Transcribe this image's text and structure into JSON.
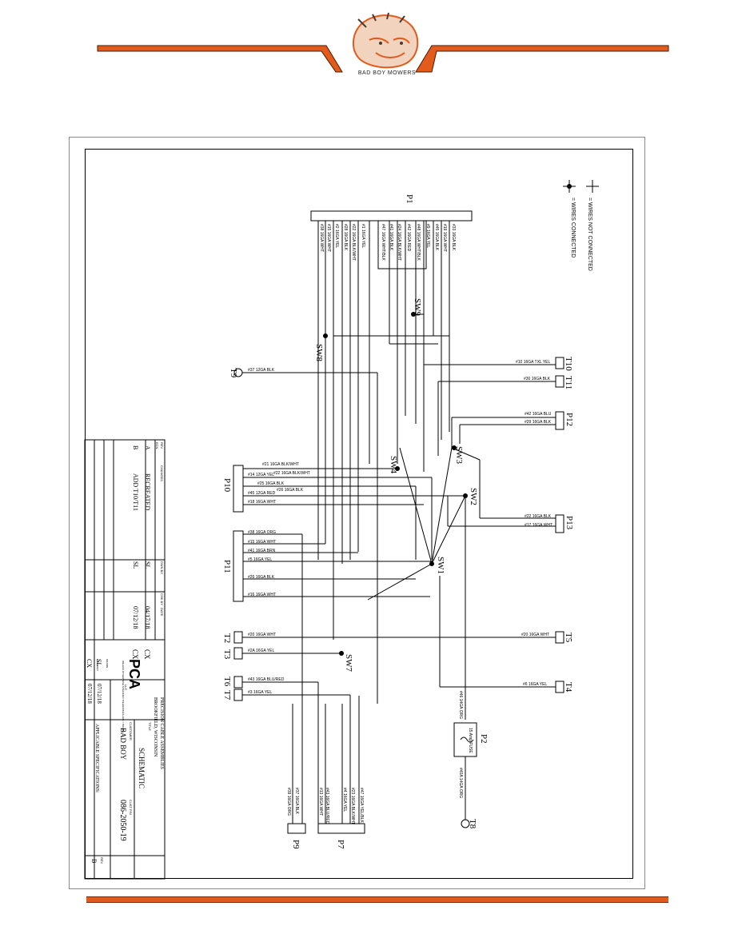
{
  "brand": {
    "name": "BAD BOY MOWERS",
    "accent": "#e25a1c"
  },
  "legend": {
    "not_connected": "= WIRES NOT CONNECTED",
    "connected": "= WIRES CONNECTED"
  },
  "connectors": {
    "P1": "P1",
    "P2": "P2",
    "P7": "P7",
    "P9": "P9",
    "P10": "P10",
    "P11": "P11",
    "P12": "P12",
    "P13": "P13",
    "T2": "T2",
    "T3": "T3",
    "T4": "T4",
    "T5": "T5",
    "T6": "T6",
    "T7": "T7",
    "T8": "T8",
    "T9": "T9",
    "T10": "T10",
    "T11": "T11",
    "SW1": "SW1",
    "SW2": "SW2",
    "SW3": "SW3",
    "SW4": "SW4",
    "SW7": "SW7",
    "SW8": "SW8",
    "SW9": "SW9"
  },
  "p1_wires": [
    "#38 16GA WHT",
    "#15 16GA WHT",
    "#2 16GA YEL",
    "#28 16GA BLK",
    "#22 16GA BLK/WHT",
    "#1 16GA YEL",
    "#47 16GA WHT/BLK",
    "#41 16GA BLK",
    "#24 16GA BLK/WHT",
    "#42 16GA RED",
    "#48 16GA WHT/BLK",
    "#9 16GA YEL",
    "#45 16GA BLK",
    "#19 16GA WHT",
    "#33 16GA BLK"
  ],
  "wire_labels": {
    "t9": "#37 12GA BLK",
    "t10": "#10 16GA TXL YEL",
    "t11": "#30 16GA BLK",
    "p12a": "#42 16GA BLU",
    "p12b": "#29 16GA BLK",
    "p10_1": "#21 16GA BLK/WHT",
    "p10_2": "#14 12GA YEL",
    "p10_2b": "#22 16GA BLK/WHT",
    "p10_3": "#25 16GA BLK",
    "p10_3b": "#26 16GA BLK",
    "p10_4": "#45 12GA RED",
    "p10_5": "#18 16GA WHT",
    "p13a": "#22 16GA BLK",
    "p13b": "#17 16GA WHT",
    "p11_1": "#38 16GA ORG",
    "p11_2": "#15 16GA WHT",
    "p11_3": "#41 16GA BRN",
    "p11_4": "#5 16GA YEL",
    "p11_6": "#26 16GA BLK",
    "p11_8": "#16 16GA WHT",
    "t2": "#20 16GA WHT",
    "t5": "#20 16GA WHT",
    "t3": "#2A 16GA YEL",
    "t6": "#43 16GA BLU/RED",
    "t7": "#3 16GA YEL",
    "t4": "#6 16GA YEL",
    "p2_top": "#46 14GA ORG",
    "p2_fuse": "15 Amp FUSE",
    "p2_bot": "#40A 14GA ORG",
    "p9a": "#37 16GA BLK",
    "p9b": "#39 16GA ORG",
    "p7a": "#43 16GA BLU/RED",
    "p7b": "#13 16GA WHT",
    "p7c": "#4 16GA YEL",
    "p7d": "#23 16GA BLK/WHT",
    "p7e": "#47 16GA YEL/BLK"
  },
  "title_block": {
    "rev_header": "REV",
    "ecn_header": "ECN",
    "changes_header": "CHANGES",
    "dwn_header": "DWN BY",
    "chk_header": "CHK BY",
    "date_header": "DATE",
    "rev_a": "A",
    "change_a": "RECREATED",
    "dwn_a": "SL",
    "date_a": "04/17/18",
    "rev_b": "B",
    "change_b": "ADD T10/T11",
    "dwn_b": "SL",
    "date_b": "07/12/18",
    "chk_a": "CX",
    "chk_b": "CX",
    "company_logo": "PCA",
    "company_suffix": "LLC",
    "company_name": "PRECISION CABLE ASSEMBLIES",
    "company_city": "BROOKFIELD, WISCONSIN",
    "tolerance": "UNLESS OTHERWISE SPECIFIED TOLERANCES ARE ± INCHES",
    "title_label": "TITLE",
    "title": "SCHEMATIC",
    "customer_label": "CUSTOMER",
    "customer": "BAD BOY",
    "part_label": "CUST P/N",
    "part": "086-2050-19",
    "drawn_label": "DRAWN",
    "drawn_by": "SL",
    "checked_label": "CHECKED",
    "checked_by": "CX",
    "date1": "07/12/18",
    "date2": "07/12/18",
    "rev_label": "REV",
    "rev": "B",
    "spec": "APPLICABLE SPECIFICATIONS:"
  }
}
